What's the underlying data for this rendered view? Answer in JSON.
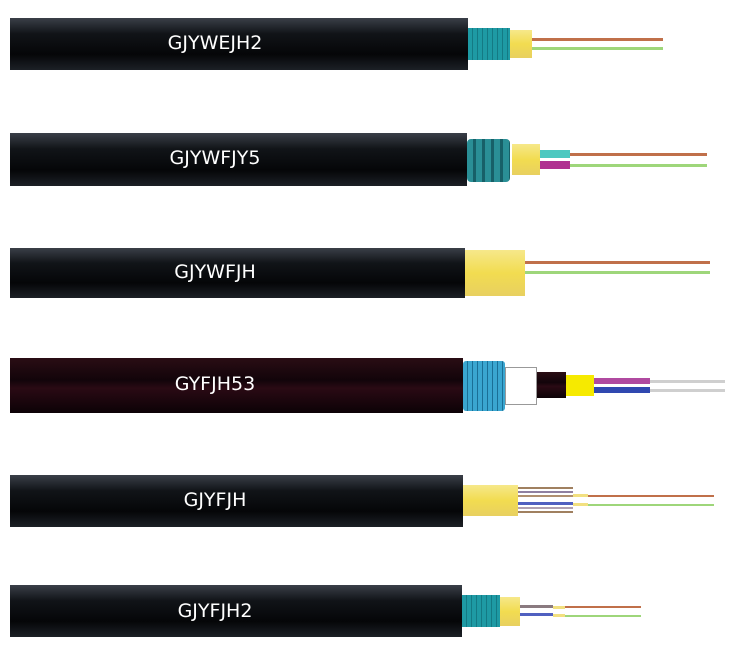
{
  "cables": [
    {
      "label": "GJYWEJH2"
    },
    {
      "label": "GJYWFJY5"
    },
    {
      "label": "GJYWFJH"
    },
    {
      "label": "GYFJH53"
    },
    {
      "label": "GJYFJH"
    },
    {
      "label": "GJYFJH2"
    }
  ],
  "colors": {
    "jacket": "#0b0d10",
    "armor_teal": "#1e9aa4",
    "buffer_yellow": "#f2dc50",
    "fiber_brown": "#c0704a",
    "fiber_green": "#9ed67a"
  }
}
